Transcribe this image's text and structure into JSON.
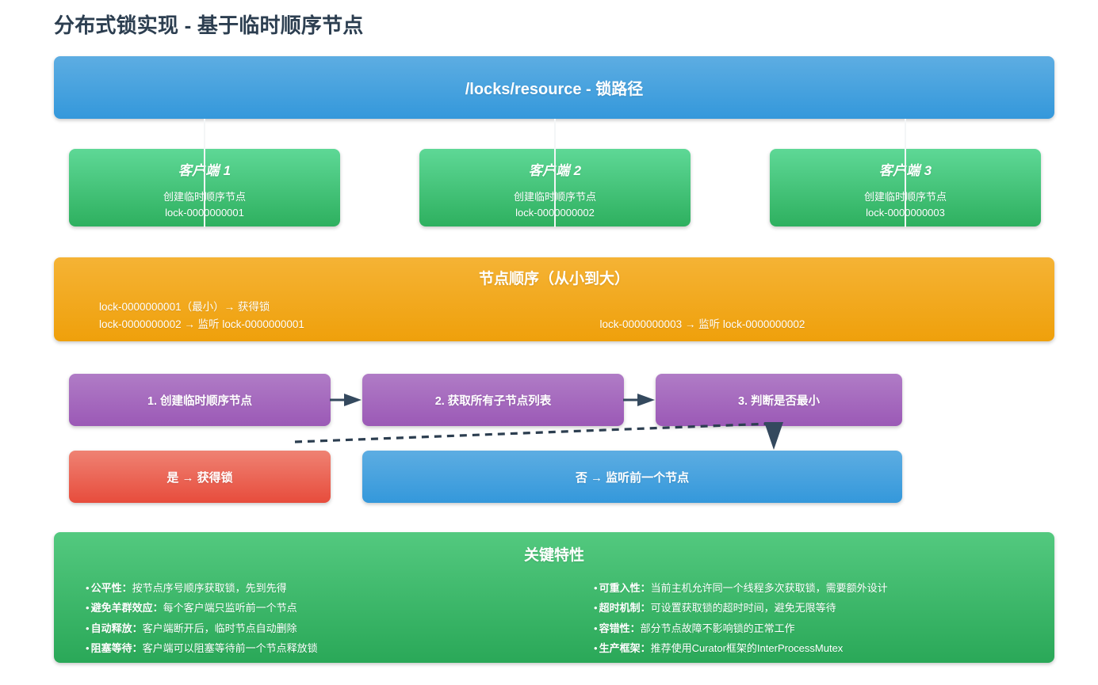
{
  "page": {
    "title": "分布式锁实现 - 基于临时顺序节点"
  },
  "lock_path": {
    "header": "/locks/resource - 锁路径"
  },
  "clients": [
    {
      "title": "客户端 1",
      "action": "创建临时顺序节点",
      "node": "lock-0000000001"
    },
    {
      "title": "客户端 2",
      "action": "创建临时顺序节点",
      "node": "lock-0000000002"
    },
    {
      "title": "客户端 3",
      "action": "创建临时顺序节点",
      "node": "lock-0000000003"
    }
  ],
  "node_order": {
    "title": "节点顺序（从小到大）",
    "left_lines": [
      "lock-0000000001（最小）→ 获得锁",
      "lock-0000000002 → 监听 lock-0000000001"
    ],
    "right_lines": [
      "lock-0000000003 → 监听 lock-0000000002"
    ]
  },
  "flow": {
    "steps": [
      "1. 创建临时顺序节点",
      "2. 获取所有子节点列表",
      "3. 判断是否最小"
    ],
    "outcomes": [
      "是 → 获得锁",
      "否 → 监听前一个节点"
    ]
  },
  "features": {
    "title": "关键特性",
    "left": [
      {
        "label": "公平性：",
        "text": "按节点序号顺序获取锁，先到先得"
      },
      {
        "label": "避免羊群效应：",
        "text": "每个客户端只监听前一个节点"
      },
      {
        "label": "自动释放：",
        "text": "客户端断开后，临时节点自动删除"
      },
      {
        "label": "阻塞等待：",
        "text": "客户端可以阻塞等待前一个节点释放锁"
      }
    ],
    "right": [
      {
        "label": "可重入性：",
        "text": "当前主机允许同一个线程多次获取锁，需要额外设计"
      },
      {
        "label": "超时机制：",
        "text": "可设置获取锁的超时时间，避免无限等待"
      },
      {
        "label": "容错性：",
        "text": "部分节点故障不影响锁的正常工作"
      },
      {
        "label": "生产框架：",
        "text": "推荐使用Curator框架的InterProcessMutex"
      }
    ]
  },
  "colors": {
    "title_text": "#2c3e50",
    "blue": "#3498db",
    "green": "#2eb05f",
    "orange": "#efa00b",
    "purple": "#9b59b6",
    "red": "#e74c3c",
    "arrow": "#34495e",
    "background": "#ffffff"
  }
}
